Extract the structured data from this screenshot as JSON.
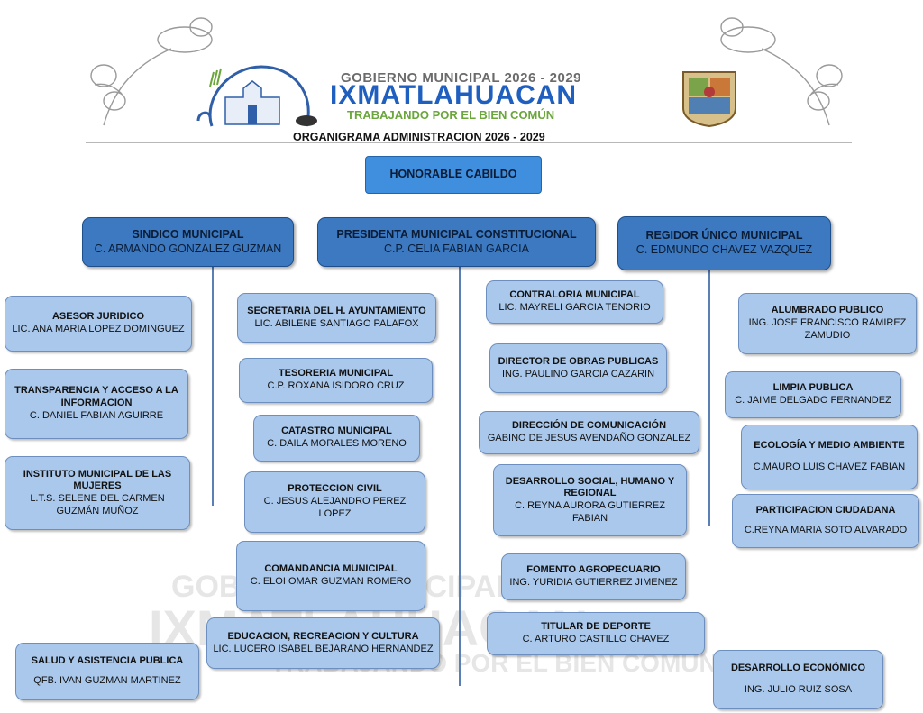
{
  "header": {
    "gov_line": "GOBIERNO MUNICIPAL 2026 - 2029",
    "town": "IXMATLAHUACAN",
    "slogan": "TRABAJANDO POR EL BIEN COMÚN",
    "chart_title": "ORGANIGRAMA ADMINISTRACION 2026 - 2029"
  },
  "colors": {
    "box_light": "#a9c8ec",
    "box_dark": "#3c79c0",
    "top_box": "#3f8fde",
    "title_blue": "#1f5fbf",
    "slogan_green": "#6aa63a"
  },
  "icons": [
    "cotton-plant-icon",
    "town-logo-icon",
    "municipal-seal-icon"
  ],
  "watermark": {
    "line1": "GOBIERNO MUNICIPAL 2026 - 2029",
    "line2": "IXMATLAHUACAN",
    "line3": "TRABAJANDO POR EL BIEN COMÚN"
  },
  "org": {
    "cabildo": "HONORABLE CABILDO",
    "sindico": {
      "title": "SINDICO MUNICIPAL",
      "name": "C. ARMANDO GONZALEZ GUZMAN"
    },
    "presidenta": {
      "title": "PRESIDENTA MUNICIPAL CONSTITUCIONAL",
      "name": "C.P. CELIA FABIAN GARCIA"
    },
    "regidor": {
      "title": "REGIDOR ÚNICO MUNICIPAL",
      "name": "C. EDMUNDO CHAVEZ VAZQUEZ"
    },
    "col1": [
      {
        "title": "ASESOR JURIDICO",
        "name": "LIC. ANA MARIA LOPEZ DOMINGUEZ"
      },
      {
        "title": "TRANSPARENCIA Y ACCESO A LA INFORMACION",
        "name": "C. DANIEL FABIAN AGUIRRE"
      },
      {
        "title": "INSTITUTO MUNICIPAL DE LAS MUJERES",
        "name": "L.T.S.  SELENE DEL CARMEN GUZMÁN MUÑOZ"
      },
      {
        "title": "SALUD Y ASISTENCIA PUBLICA",
        "name": "QFB. IVAN GUZMAN MARTINEZ"
      }
    ],
    "col2": [
      {
        "title": "SECRETARIA DEL H. AYUNTAMIENTO",
        "name": "LIC. ABILENE SANTIAGO PALAFOX"
      },
      {
        "title": "TESORERIA MUNICIPAL",
        "name": "C.P. ROXANA ISIDORO CRUZ"
      },
      {
        "title": "CATASTRO MUNICIPAL",
        "name": "C. DAILA MORALES MORENO"
      },
      {
        "title": "PROTECCION CIVIL",
        "name": "C. JESUS ALEJANDRO PEREZ LOPEZ"
      },
      {
        "title": "COMANDANCIA MUNICIPAL",
        "name": "C. ELOI OMAR GUZMAN ROMERO"
      },
      {
        "title": "EDUCACION, RECREACION Y CULTURA",
        "name": "LIC. LUCERO ISABEL BEJARANO HERNANDEZ"
      }
    ],
    "col3": [
      {
        "title": "CONTRALORIA MUNICIPAL",
        "name": "LIC. MAYRELI GARCIA TENORIO"
      },
      {
        "title": "DIRECTOR DE OBRAS PUBLICAS",
        "name": "ING. PAULINO GARCIA CAZARIN"
      },
      {
        "title": "DIRECCIÓN DE COMUNICACIÓN",
        "name": "GABINO DE JESUS AVENDAÑO GONZALEZ"
      },
      {
        "title": "DESARROLLO SOCIAL, HUMANO Y REGIONAL",
        "name": "C. REYNA AURORA GUTIERREZ FABIAN"
      },
      {
        "title": "FOMENTO AGROPECUARIO",
        "name": "ING. YURIDIA GUTIERREZ JIMENEZ"
      },
      {
        "title": "TITULAR DE DEPORTE",
        "name": "C. ARTURO CASTILLO CHAVEZ"
      }
    ],
    "col4": [
      {
        "title": "ALUMBRADO PUBLICO",
        "name": "ING. JOSE FRANCISCO RAMIREZ ZAMUDIO"
      },
      {
        "title": "LIMPIA PUBLICA",
        "name": "C. JAIME DELGADO FERNANDEZ"
      },
      {
        "title": "ECOLOGÍA Y MEDIO AMBIENTE",
        "name": "C.MAURO LUIS CHAVEZ FABIAN"
      },
      {
        "title": "PARTICIPACION CIUDADANA",
        "name": "C.REYNA MARIA SOTO ALVARADO"
      },
      {
        "title": "DESARROLLO ECONÓMICO",
        "name": "ING. JULIO RUIZ SOSA"
      }
    ]
  }
}
